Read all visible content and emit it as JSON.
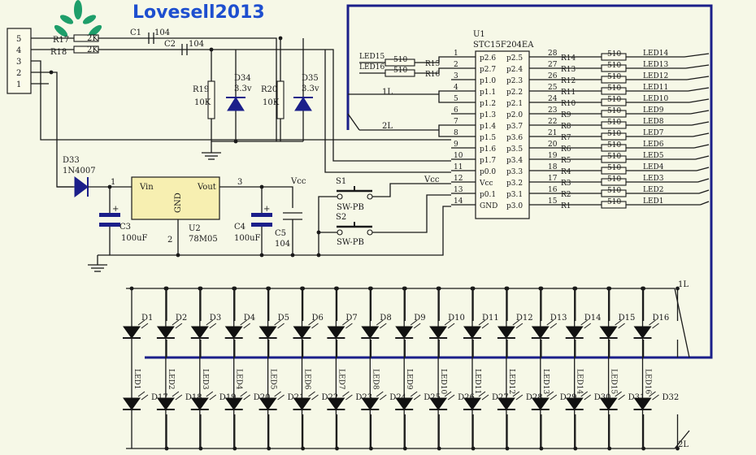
{
  "brand": {
    "text": "Lovesell2013",
    "color": "#1e4fcf"
  },
  "colors": {
    "bus": "#1b1f8a",
    "wire": "#1a1a1a",
    "zener": "#1b1f8a",
    "background": "#f6f8e7"
  },
  "connector": {
    "pins": [
      "5",
      "4",
      "3",
      "2",
      "1"
    ]
  },
  "resistors_top": [
    {
      "ref": "R17",
      "value": "2K"
    },
    {
      "ref": "R18",
      "value": "2K"
    }
  ],
  "caps_top": [
    {
      "ref": "C1",
      "value": "104"
    },
    {
      "ref": "C2",
      "value": "104"
    }
  ],
  "divider": {
    "r19": {
      "ref": "R19",
      "value": "10K"
    },
    "r20": {
      "ref": "R20",
      "value": "10K"
    },
    "d34": {
      "ref": "D34",
      "value": "3.3v"
    },
    "d35": {
      "ref": "D35",
      "value": "3.3v"
    }
  },
  "power": {
    "d33": {
      "ref": "D33",
      "value": "1N4007"
    },
    "u2": {
      "ref": "U2",
      "part": "78M05",
      "vin": "Vin",
      "vout": "Vout",
      "gnd": "GND",
      "pin1": "1",
      "pin2": "2",
      "pin3": "3"
    },
    "c3": {
      "ref": "C3",
      "value": "100uF"
    },
    "c4": {
      "ref": "C4",
      "value": "100uF"
    },
    "c5": {
      "ref": "C5",
      "value": "104"
    },
    "vcc": "Vcc"
  },
  "switches": [
    {
      "ref": "S1",
      "type": "SW-PB"
    },
    {
      "ref": "S2",
      "type": "SW-PB"
    }
  ],
  "mcu": {
    "ref": "U1",
    "part": "STC15F204EA",
    "left_pins": [
      {
        "num": "1",
        "name": "p2.6"
      },
      {
        "num": "2",
        "name": "p2.7"
      },
      {
        "num": "3",
        "name": "p1.0"
      },
      {
        "num": "4",
        "name": "p1.1"
      },
      {
        "num": "5",
        "name": "p1.2"
      },
      {
        "num": "6",
        "name": "p1.3"
      },
      {
        "num": "7",
        "name": "p1.4"
      },
      {
        "num": "8",
        "name": "p1.5"
      },
      {
        "num": "9",
        "name": "p1.6"
      },
      {
        "num": "10",
        "name": "p1.7"
      },
      {
        "num": "11",
        "name": "p0.0"
      },
      {
        "num": "12",
        "name": "Vcc"
      },
      {
        "num": "13",
        "name": "p0.1"
      },
      {
        "num": "14",
        "name": "GND"
      }
    ],
    "right_pins": [
      {
        "num": "28",
        "name": "p2.5"
      },
      {
        "num": "27",
        "name": "p2.4"
      },
      {
        "num": "26",
        "name": "p2.3"
      },
      {
        "num": "25",
        "name": "p2.2"
      },
      {
        "num": "24",
        "name": "p2.1"
      },
      {
        "num": "23",
        "name": "p2.0"
      },
      {
        "num": "22",
        "name": "p3.7"
      },
      {
        "num": "21",
        "name": "p3.6"
      },
      {
        "num": "20",
        "name": "p3.5"
      },
      {
        "num": "19",
        "name": "p3.4"
      },
      {
        "num": "18",
        "name": "p3.3"
      },
      {
        "num": "17",
        "name": "p3.2"
      },
      {
        "num": "16",
        "name": "p3.1"
      },
      {
        "num": "15",
        "name": "p3.0"
      }
    ]
  },
  "right_resistors": [
    {
      "ref": "R14",
      "value": "510",
      "net": "LED14"
    },
    {
      "ref": "R13",
      "value": "510",
      "net": "LED13"
    },
    {
      "ref": "R12",
      "value": "510",
      "net": "LED12"
    },
    {
      "ref": "R11",
      "value": "510",
      "net": "LED11"
    },
    {
      "ref": "R10",
      "value": "510",
      "net": "LED10"
    },
    {
      "ref": "R9",
      "value": "510",
      "net": "LED9"
    },
    {
      "ref": "R8",
      "value": "510",
      "net": "LED8"
    },
    {
      "ref": "R7",
      "value": "510",
      "net": "LED7"
    },
    {
      "ref": "R6",
      "value": "510",
      "net": "LED6"
    },
    {
      "ref": "R5",
      "value": "510",
      "net": "LED5"
    },
    {
      "ref": "R4",
      "value": "510",
      "net": "LED4"
    },
    {
      "ref": "R3",
      "value": "510",
      "net": "LED3"
    },
    {
      "ref": "R2",
      "value": "510",
      "net": "LED2"
    },
    {
      "ref": "R1",
      "value": "510",
      "net": "LED1"
    }
  ],
  "left_resistors": [
    {
      "ref": "R15",
      "value": "510",
      "net": "LED15"
    },
    {
      "ref": "R16",
      "value": "510",
      "net": "LED16"
    }
  ],
  "net_labels": {
    "l1": "1L",
    "l2": "2L"
  },
  "led_nets": [
    "LED1",
    "LED2",
    "LED3",
    "LED4",
    "LED5",
    "LED6",
    "LED7",
    "LED8",
    "LED9",
    "LED10",
    "LED11",
    "LED12",
    "LED13",
    "LED14",
    "LED15",
    "LED16"
  ],
  "leds_top": [
    "D1",
    "D2",
    "D3",
    "D4",
    "D5",
    "D6",
    "D7",
    "D8",
    "D9",
    "D10",
    "D11",
    "D12",
    "D13",
    "D14",
    "D15",
    "D16"
  ],
  "leds_bottom": [
    "D17",
    "D18",
    "D19",
    "D20",
    "D21",
    "D22",
    "D23",
    "D24",
    "D25",
    "D26",
    "D27",
    "D28",
    "D29",
    "D30",
    "D31",
    "D32"
  ]
}
